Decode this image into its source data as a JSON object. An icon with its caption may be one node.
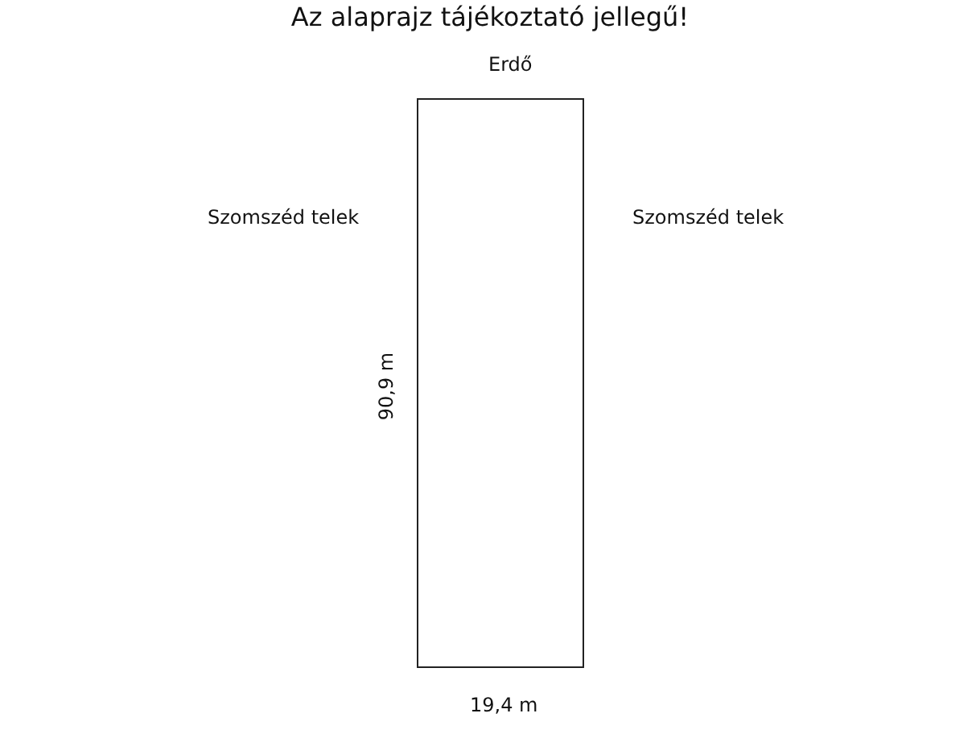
{
  "diagram": {
    "title": "Az alaprajz tájékoztató jellegű!",
    "nodes": [
      {
        "text": [],
        "shape": "box"
      }
    ],
    "labels": [
      "Erdő",
      "Szomszéd telek",
      "Szomszéd telek",
      "90,9 m",
      "19,4 m"
    ]
  }
}
